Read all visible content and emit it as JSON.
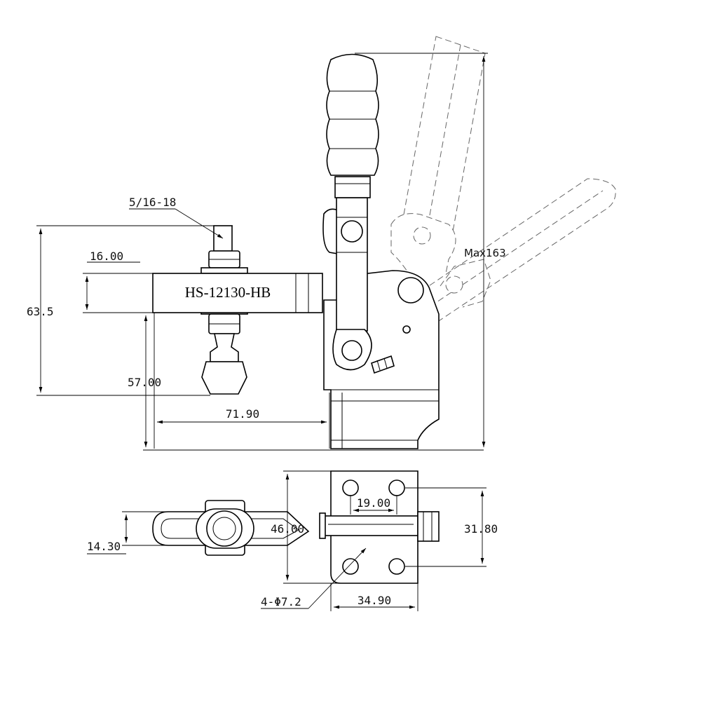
{
  "part_number": "HS-12130-HB",
  "dimensions": {
    "thread": "5/16-18",
    "spindle_height": "16.00",
    "overall_height_left": "63.5",
    "clamp_height": "57.00",
    "reach": "71.90",
    "max_height": "Max163",
    "hole_spacing_x": "19.00",
    "base_width": "46.00",
    "hole_spacing_y": "31.80",
    "arm_width": "14.30",
    "holes": "4-Φ7.2",
    "base_length": "34.90"
  }
}
